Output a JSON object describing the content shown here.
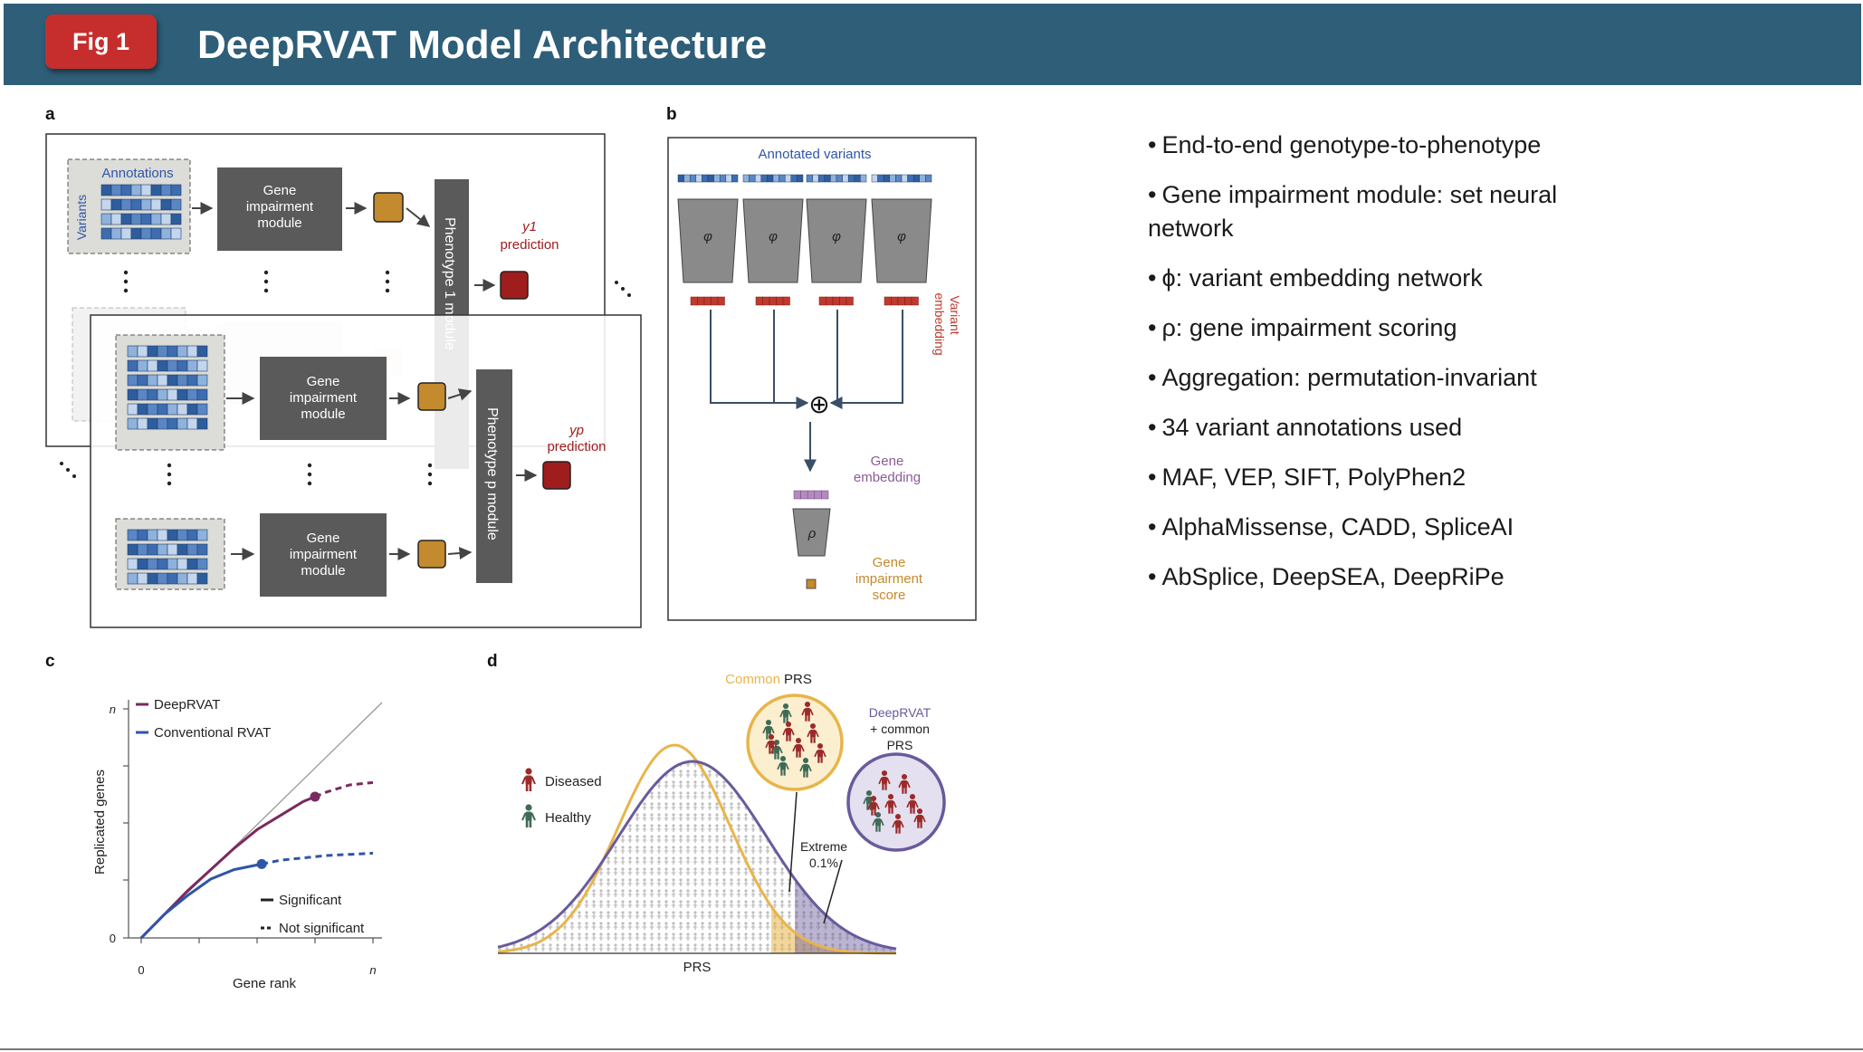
{
  "header": {
    "badge": "Fig 1",
    "title": "DeepRVAT Model Architecture"
  },
  "panels": {
    "a": {
      "letter": "a",
      "annotations_label": "Annotations",
      "variants_label": "Variants",
      "gene_module_lines": [
        "Gene",
        "impairment",
        "module"
      ],
      "phenotype1_label": "Phenotype 1 module",
      "phenotypep_label": "Phenotype p module",
      "y1_label": "y1",
      "yp_label": "yp",
      "prediction_label": "prediction"
    },
    "b": {
      "letter": "b",
      "annotated_variants": "Annotated variants",
      "phi": "φ",
      "rho": "ρ",
      "variant_embedding_lines": [
        "Variant",
        "embedding"
      ],
      "oplus": "⊕",
      "gene_embedding_lines": [
        "Gene",
        "embedding"
      ],
      "gene_impairment_score_lines": [
        "Gene",
        "impairment",
        "score"
      ]
    },
    "c": {
      "letter": "c",
      "legend_deeprvat": "DeepRVAT",
      "legend_conventional": "Conventional RVAT",
      "ylabel": "Replicated genes",
      "xlabel": "Gene rank",
      "tick_n": "n",
      "tick_0": "0",
      "legend_significant": "Significant",
      "legend_not_significant": "Not significant"
    },
    "d": {
      "letter": "d",
      "common_word": "Common",
      "prs_word": "PRS",
      "deeprvat_lines": [
        "DeepRVAT",
        "+ common",
        "PRS"
      ],
      "diseased": "Diseased",
      "healthy": "Healthy",
      "extreme_lines": [
        "Extreme",
        "0.1%"
      ],
      "xlabel": "PRS"
    }
  },
  "bullets": [
    "End-to-end genotype-to-phenotype",
    "Gene impairment module: set neural network",
    "ϕ: variant embedding network",
    "ρ: gene impairment scoring",
    "Aggregation: permutation-invariant",
    "34 variant annotations used",
    "MAF, VEP, SIFT, PolyPhen2",
    "AlphaMissense, CADD, SpliceAI",
    "AbSplice, DeepSEA, DeepRiPe"
  ],
  "colors": {
    "header_bg": "#2e5e78",
    "badge_bg": "#c62e2e",
    "deeprvat": "#7a2a5f",
    "conventional": "#2f55a8",
    "prediction": "#a01d1d",
    "gene_score": "#c48a2e",
    "common_prs": "#e8b54a",
    "deeprvat_prs": "#6a5a9c",
    "module_dark": "#555555",
    "variant_blue": "#2e5d9e"
  },
  "chart_data": [
    {
      "type": "line",
      "title": "",
      "xlabel": "Gene rank",
      "ylabel": "Replicated genes",
      "x_ticks": [
        "0",
        "n"
      ],
      "y_ticks": [
        "0",
        "n"
      ],
      "xlim": [
        0,
        1
      ],
      "ylim": [
        0,
        1
      ],
      "series": [
        {
          "name": "DeepRVAT",
          "x": [
            0,
            0.1,
            0.2,
            0.3,
            0.4,
            0.5,
            0.6,
            0.7,
            0.8,
            0.9,
            1.0
          ],
          "y": [
            0,
            0.1,
            0.2,
            0.29,
            0.38,
            0.46,
            0.52,
            0.58,
            0.62,
            0.65,
            0.66
          ],
          "significant_until": 0.75
        },
        {
          "name": "Conventional RVAT",
          "x": [
            0,
            0.1,
            0.2,
            0.3,
            0.4,
            0.5,
            0.6,
            0.7,
            0.8,
            0.9,
            1.0
          ],
          "y": [
            0,
            0.1,
            0.18,
            0.25,
            0.29,
            0.31,
            0.33,
            0.34,
            0.35,
            0.355,
            0.36
          ],
          "significant_until": 0.52
        }
      ]
    },
    {
      "type": "area",
      "xlabel": "PRS",
      "series": [
        {
          "name": "Common PRS"
        },
        {
          "name": "DeepRVAT + common PRS"
        }
      ],
      "annotation": "Extreme 0.1%"
    }
  ]
}
